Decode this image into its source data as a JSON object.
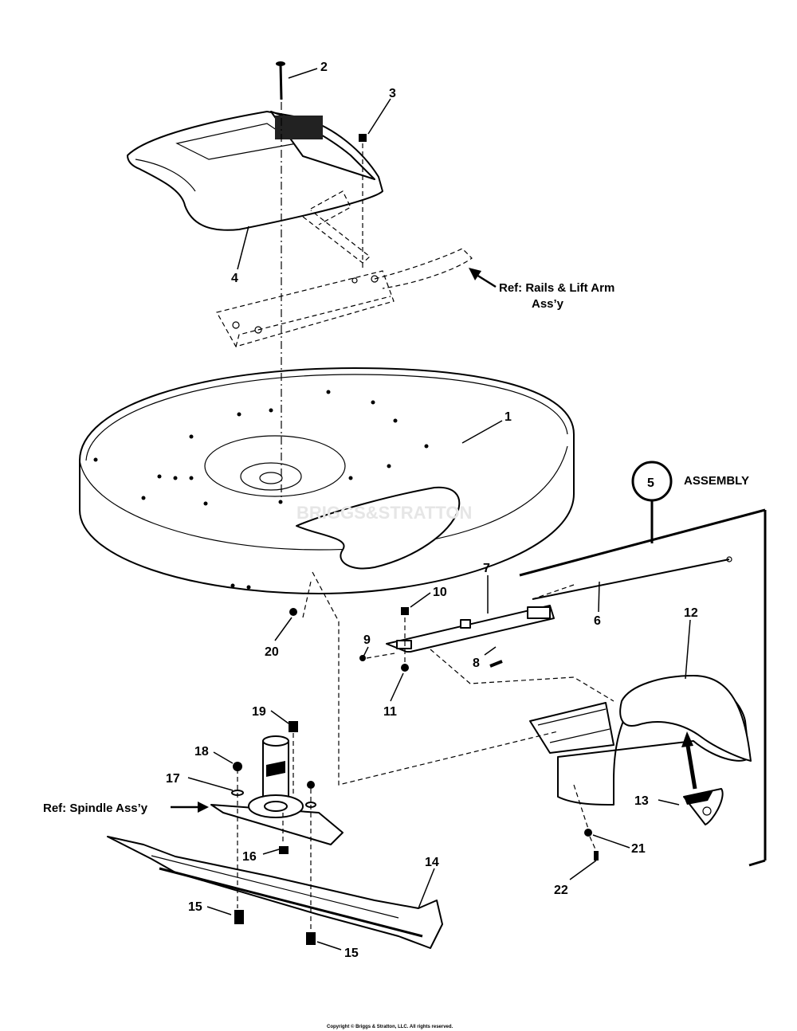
{
  "parts": {
    "p1": "1",
    "p2": "2",
    "p3": "3",
    "p4": "4",
    "p5": "5",
    "p6": "6",
    "p7": "7",
    "p8": "8",
    "p9": "9",
    "p10": "10",
    "p11": "11",
    "p12": "12",
    "p13": "13",
    "p14": "14",
    "p15a": "15",
    "p15b": "15",
    "p16": "16",
    "p17": "17",
    "p18": "18",
    "p19": "19",
    "p20": "20",
    "p21": "21",
    "p22": "22"
  },
  "labels": {
    "assembly": "ASSEMBLY",
    "ref_rails_line1": "Ref: Rails & Lift Arm",
    "ref_rails_line2": "Ass’y",
    "ref_spindle": "Ref: Spindle Ass’y",
    "watermark": "BRIGGS&STRATTON",
    "copyright": "Copyright © Briggs & Stratton, LLC. All rights reserved."
  }
}
